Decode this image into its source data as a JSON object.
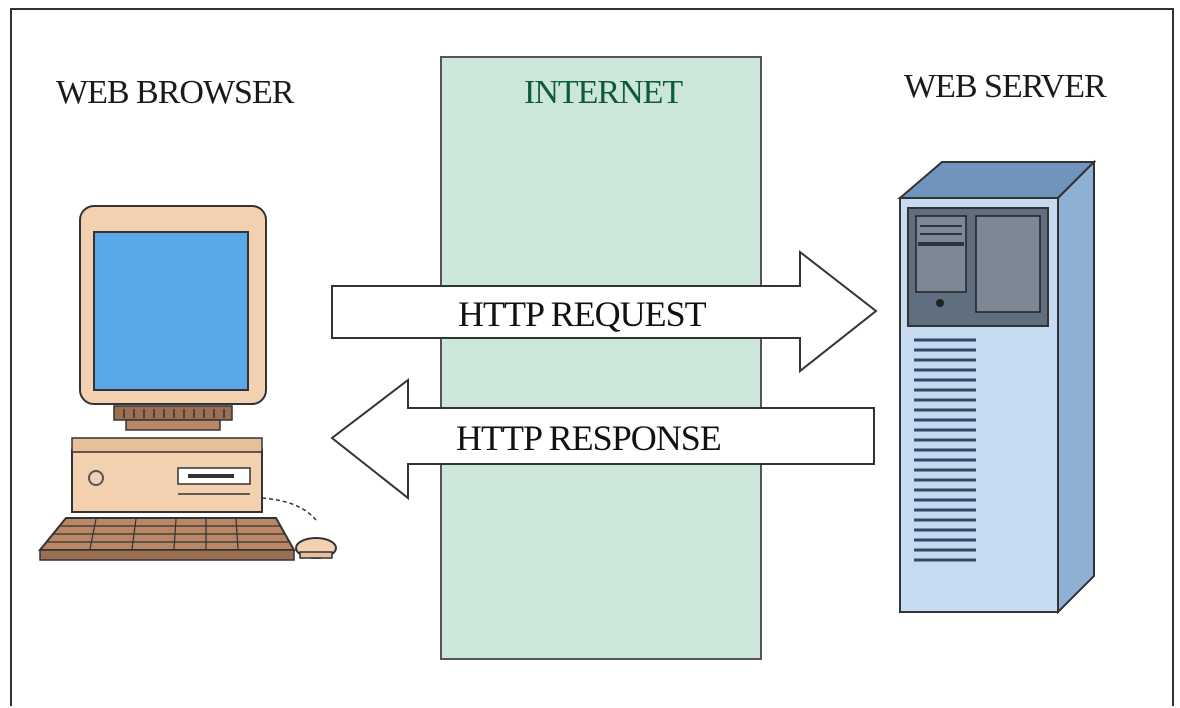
{
  "labels": {
    "browser": "WEB BROWSER",
    "internet": "INTERNET",
    "server": "WEB SERVER"
  },
  "arrows": {
    "request": "HTTP REQUEST",
    "response": "HTTP RESPONSE"
  },
  "colors": {
    "internet_band": "#cde6da",
    "internet_text": "#0e5a3e",
    "computer_body": "#f3d0b0",
    "computer_screen": "#5aa9e6",
    "server_front": "#c6daf0",
    "server_side": "#8eb0d4",
    "server_top": "#6f95bd"
  },
  "icons": {
    "client": "desktop-computer-icon",
    "server": "server-tower-icon"
  }
}
